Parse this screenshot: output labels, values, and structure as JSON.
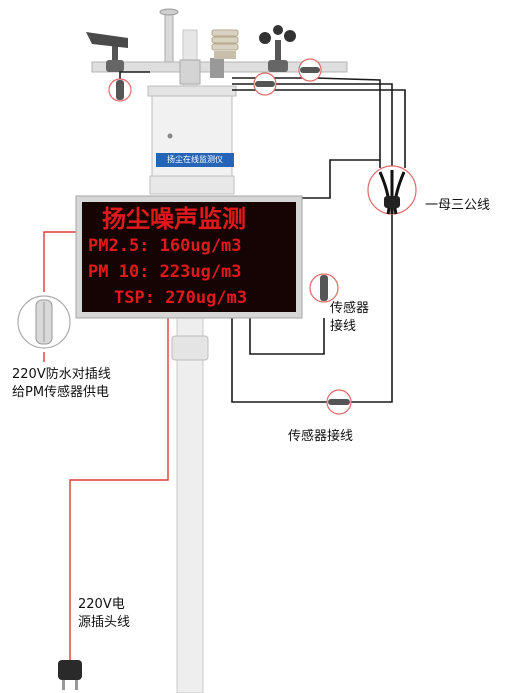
{
  "monitor_box_label": "扬尘在线监测仪",
  "display": {
    "title": "扬尘噪声监测",
    "line1": "PM2.5: 160ug/m3",
    "line2": "PM 10: 223ug/m3",
    "line3": "TSP: 270ug/m3"
  },
  "labels": {
    "splitter": "一母三公线",
    "sensor_wiring_vertical": "传感器\n接线",
    "sensor_wiring_horizontal": "传感器接线",
    "pm_power": "220V防水对插线\n给PM传感器供电",
    "mains_plug": "220V电\n源插头线"
  },
  "colors": {
    "power_wire": "#e03a3a",
    "signal_wire": "#1a1a1a",
    "led_text": "#e0191d",
    "display_bg": "#160303",
    "box_label_bg": "#2565b8"
  }
}
